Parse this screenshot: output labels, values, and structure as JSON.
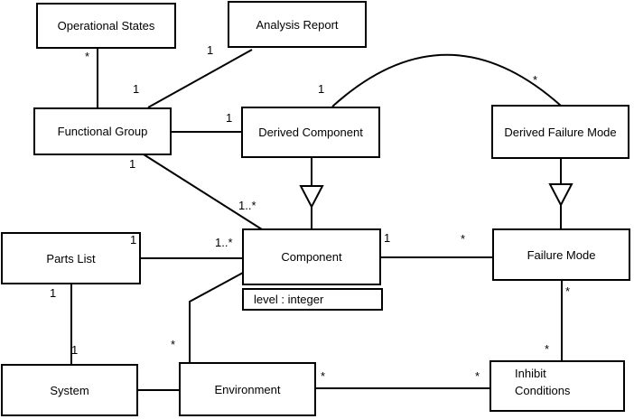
{
  "diagram": {
    "type": "UML class diagram",
    "classes": {
      "operational_states": {
        "label": "Operational States"
      },
      "analysis_report": {
        "label": "Analysis Report"
      },
      "functional_group": {
        "label": "Functional Group"
      },
      "derived_component": {
        "label": "Derived Component"
      },
      "derived_failure_mode": {
        "label": "Derived Failure Mode"
      },
      "parts_list": {
        "label": "Parts List"
      },
      "component": {
        "label": "Component",
        "attributes": [
          "level : integer"
        ]
      },
      "failure_mode": {
        "label": "Failure Mode"
      },
      "system": {
        "label": "System"
      },
      "environment": {
        "label": "Environment"
      },
      "inhibit_conditions": {
        "label": "Inhibit\nConditions"
      }
    },
    "generalizations": [
      {
        "child": "Derived Component",
        "parent": "Component"
      },
      {
        "child": "Derived Failure Mode",
        "parent": "Failure Mode"
      }
    ],
    "associations": [
      {
        "a": "Operational States",
        "b": "Functional Group",
        "a_mult": "*",
        "b_mult": "1"
      },
      {
        "a": "Functional Group",
        "b": "Analysis Report",
        "b_mult": "1"
      },
      {
        "a": "Functional Group",
        "b": "Derived Component",
        "b_mult": "1"
      },
      {
        "a": "Functional Group",
        "b": "Component",
        "a_mult": "1",
        "b_mult": "1..*"
      },
      {
        "a": "Derived Component",
        "b": "Derived Failure Mode",
        "a_mult": "1",
        "b_mult": "*"
      },
      {
        "a": "Parts List",
        "b": "Component",
        "a_mult": "1",
        "b_mult": "1..*"
      },
      {
        "a": "Component",
        "b": "Failure Mode",
        "a_mult": "1",
        "b_mult": "*"
      },
      {
        "a": "Parts List",
        "b": "System",
        "a_mult": "1",
        "b_mult": "1"
      },
      {
        "a": "System",
        "b": "Environment"
      },
      {
        "a": "Environment",
        "b": "Component",
        "a_mult": "*"
      },
      {
        "a": "Environment",
        "b": "Inhibit Conditions",
        "a_mult": "*",
        "b_mult": "*"
      },
      {
        "a": "Failure Mode",
        "b": "Inhibit Conditions",
        "a_mult": "*",
        "b_mult": "*"
      }
    ],
    "colors": {
      "line": "#000000",
      "box_fill": "#ffffff",
      "background": "#ffffff",
      "text": "#000000"
    }
  }
}
